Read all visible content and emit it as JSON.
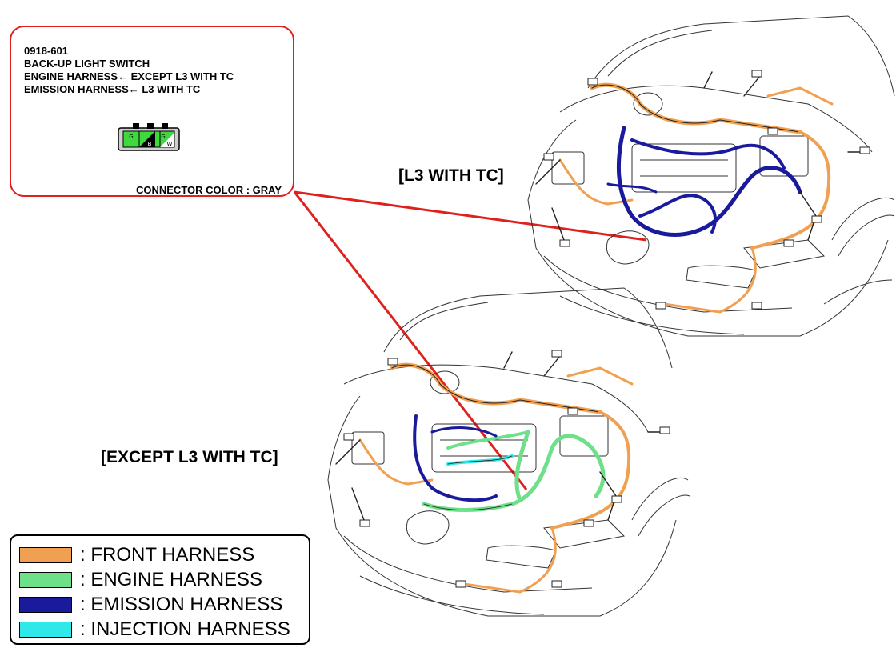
{
  "callout": {
    "lines": [
      "0918-601",
      "BACK-UP LIGHT SWITCH",
      "ENGINE HARNESS← EXCEPT L3 WITH TC",
      "EMISSION HARNESS← L3 WITH TC"
    ],
    "connector_pins": [
      "G",
      "B",
      "G",
      "W"
    ],
    "connector_color": "CONNECTOR COLOR : GRAY"
  },
  "variants": {
    "l3_with_tc": "[L3 WITH TC]",
    "except_l3_with_tc": "[EXCEPT L3 WITH TC]"
  },
  "legend": [
    {
      "label": ": FRONT HARNESS",
      "color": "#f0a050"
    },
    {
      "label": ": ENGINE HARNESS",
      "color": "#6ee08a"
    },
    {
      "label": ": EMISSION HARNESS",
      "color": "#1a1a9c"
    },
    {
      "label": ": INJECTION HARNESS",
      "color": "#2ee8ea"
    }
  ],
  "colors": {
    "leader_line": "#e0201c",
    "connector_green": "#3fd83f"
  }
}
